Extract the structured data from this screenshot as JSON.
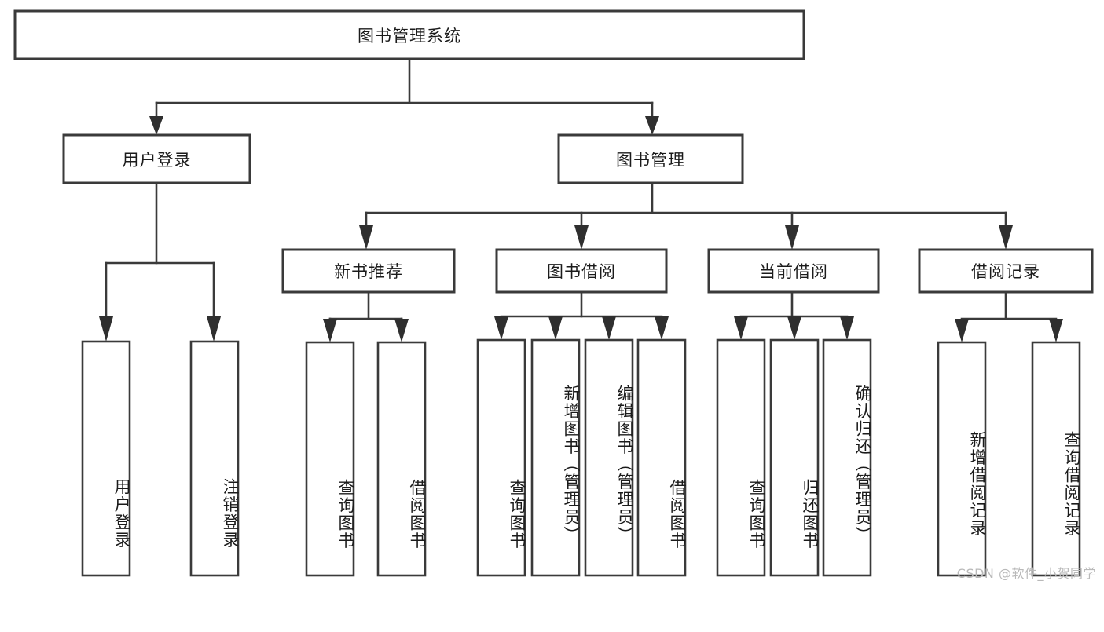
{
  "diagram": {
    "type": "hierarchy-tree",
    "title": "图书管理系统",
    "watermark": "CSDN @软件_小贺同学",
    "colors": {
      "box_stroke": "#3a3a3a",
      "box_fill": "#ffffff",
      "connector": "#3a3a3a",
      "arrow": "#2f2f2f",
      "text": "#1b1b1b",
      "watermark": "#b9b9b9",
      "background": "#ffffff"
    },
    "levels": {
      "root": "图书管理系统",
      "level1": [
        "用户登录",
        "图书管理"
      ],
      "level2": [
        "新书推荐",
        "图书借阅",
        "当前借阅",
        "借阅记录"
      ]
    },
    "nodes": {
      "root": {
        "label": "图书管理系统",
        "orientation": "horizontal"
      },
      "user_login": {
        "label": "用户登录",
        "orientation": "horizontal"
      },
      "book_manage": {
        "label": "图书管理",
        "orientation": "horizontal"
      },
      "new_book_rec": {
        "label": "新书推荐",
        "orientation": "horizontal"
      },
      "book_borrow": {
        "label": "图书借阅",
        "orientation": "horizontal"
      },
      "current_borrow": {
        "label": "当前借阅",
        "orientation": "horizontal"
      },
      "borrow_record": {
        "label": "借阅记录",
        "orientation": "horizontal"
      },
      "leaf_user_login": {
        "label": "用户登录",
        "orientation": "vertical"
      },
      "leaf_logout": {
        "label": "注销登录",
        "orientation": "vertical"
      },
      "leaf_query_book_1": {
        "label": "查询图书",
        "orientation": "vertical"
      },
      "leaf_borrow_book_1": {
        "label": "借阅图书",
        "orientation": "vertical"
      },
      "leaf_query_book_2": {
        "label": "查询图书",
        "orientation": "vertical"
      },
      "leaf_add_book": {
        "label": "新增图书（管理员）",
        "orientation": "vertical"
      },
      "leaf_edit_book": {
        "label": "编辑图书（管理员）",
        "orientation": "vertical"
      },
      "leaf_borrow_book_2": {
        "label": "借阅图书",
        "orientation": "vertical"
      },
      "leaf_query_book_3": {
        "label": "查询图书",
        "orientation": "vertical"
      },
      "leaf_return_book": {
        "label": "归还图书",
        "orientation": "vertical"
      },
      "leaf_confirm_return": {
        "label": "确认归还（管理员）",
        "orientation": "vertical"
      },
      "leaf_add_record": {
        "label": "新增借阅记录",
        "orientation": "vertical"
      },
      "leaf_query_record": {
        "label": "查询借阅记录",
        "orientation": "vertical"
      }
    },
    "edges": [
      {
        "from": "root",
        "to": "user_login"
      },
      {
        "from": "root",
        "to": "book_manage"
      },
      {
        "from": "user_login",
        "to": "leaf_user_login"
      },
      {
        "from": "user_login",
        "to": "leaf_logout"
      },
      {
        "from": "book_manage",
        "to": "new_book_rec"
      },
      {
        "from": "book_manage",
        "to": "book_borrow"
      },
      {
        "from": "book_manage",
        "to": "current_borrow"
      },
      {
        "from": "book_manage",
        "to": "borrow_record"
      },
      {
        "from": "new_book_rec",
        "to": "leaf_query_book_1"
      },
      {
        "from": "new_book_rec",
        "to": "leaf_borrow_book_1"
      },
      {
        "from": "book_borrow",
        "to": "leaf_query_book_2"
      },
      {
        "from": "book_borrow",
        "to": "leaf_add_book"
      },
      {
        "from": "book_borrow",
        "to": "leaf_edit_book"
      },
      {
        "from": "book_borrow",
        "to": "leaf_borrow_book_2"
      },
      {
        "from": "current_borrow",
        "to": "leaf_query_book_3"
      },
      {
        "from": "current_borrow",
        "to": "leaf_return_book"
      },
      {
        "from": "current_borrow",
        "to": "leaf_confirm_return"
      },
      {
        "from": "borrow_record",
        "to": "leaf_add_record"
      },
      {
        "from": "borrow_record",
        "to": "leaf_query_record"
      }
    ]
  }
}
